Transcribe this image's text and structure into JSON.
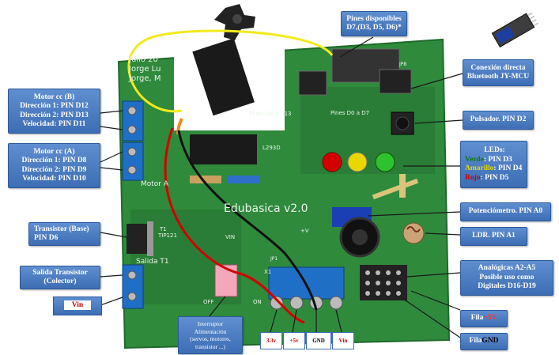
{
  "header": {
    "pins_line1": "Pines disponibles",
    "pins_line2": "D7,(D3, D5, D6)*"
  },
  "left": {
    "motor_b": [
      "Motor cc (B)",
      "Dirección 1: PIN D12",
      "Dirección 2: PIN D13",
      "Velocidad: PIN D11"
    ],
    "motor_a": [
      "Motor cc (A)",
      "Dirección 1: PIN D8",
      "Dirección 2: PIN D9",
      "Velocidad: PIN D10"
    ],
    "transistor_base": [
      "Transistor (Base)",
      "PIN D6"
    ],
    "salida_transistor": [
      "Salida Transistor",
      "(Colector)"
    ],
    "vin": "Vin"
  },
  "right": {
    "bluetooth": [
      "Conexión directa",
      "Bluetooth JY-MCU"
    ],
    "pulsador": "Pulsador. PIN D2",
    "leds_title": "LEDs:",
    "leds": [
      {
        "color_name": "Verde",
        "rest": ": PIN D3",
        "color": "#0b7a0b"
      },
      {
        "color_name": "Amarillo",
        "rest": ": PIN D4",
        "color": "#e8d800"
      },
      {
        "color_name": "Rojo",
        "rest": ": PIN D5",
        "color": "#d40000"
      }
    ],
    "potenciometro": "Potenciómetro. PIN A0",
    "ldr": "LDR. PIN A1",
    "analogicas": [
      "Analógicas A2-A5",
      "Posible uso como",
      "Digitales D16-D19"
    ],
    "fila5v_prefix": "Fila ",
    "fila5v_value": "+5V",
    "filagnd_prefix": "Fila ",
    "filagnd_value": "GND"
  },
  "bottom": {
    "v33": "3.3v",
    "v5": "+5v",
    "gnd": "GND",
    "vin": "Vin",
    "interruptor": [
      "Interruptor",
      "Alimentación",
      "(servos, motores,",
      "transistor ...)"
    ]
  },
  "board": {
    "date_line1": "Julio 20",
    "date_line2": "Jorge Lu",
    "date_line3": "Jorge, M",
    "title": "Edubasica v2.0",
    "motor_a_label": "Motor A",
    "pines_d8": "Pines D8 a D13",
    "pines_d0": "Pines D0 a D7",
    "chip_label": "L293D",
    "transistor_label": "T1",
    "transistor_model": "TIP121",
    "salida_label": "Salida T1",
    "vin_label": "VIN",
    "plus_v": "+V",
    "jp": "JP1",
    "jp8": "JP8",
    "on": "ON",
    "off": "OFF",
    "x1": "X1"
  },
  "colors": {
    "callout": "#4a7cc0",
    "board": "#2f8a3c",
    "wire_red": "#d40000",
    "wire_yellow": "#f2ea1c"
  }
}
